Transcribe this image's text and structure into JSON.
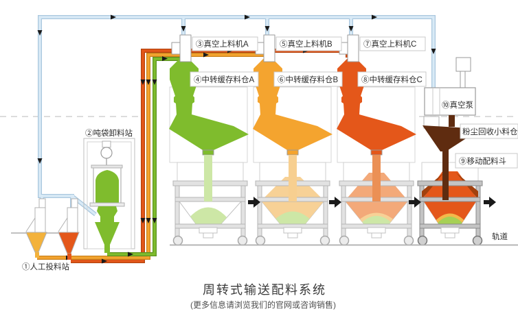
{
  "title": {
    "text": "周转式输送配料系统",
    "subtitle": "(更多信息请浏览我们的官网或咨询销售)"
  },
  "labels": {
    "manual_feed_station": "①人工投料站",
    "ton_bag_station": "②吨袋卸料站",
    "vacuum_feeder_a": "③真空上料机A",
    "buffer_silo_a": "④中转缓存料仓A",
    "vacuum_feeder_b": "⑤真空上料机B",
    "buffer_silo_b": "⑥中转缓存料仓B",
    "vacuum_feeder_c": "⑦真空上料机C",
    "buffer_silo_c": "⑧中转缓存料仓C",
    "mobile_hopper": "⑨移动配料斗",
    "vacuum_pump": "⑩真空泵",
    "dust_recovery_bin": "粉尘回收小料仓",
    "rail": "轨道"
  },
  "colors": {
    "green": "#7fbc2d",
    "green_pale": "#cde7a6",
    "yellow": "#f4a42f",
    "yellow_pale": "#f7d196",
    "orange": "#e4571a",
    "orange_pale": "#f3a979",
    "brown": "#5f2c10",
    "pipe_blue": "#d9eaf6",
    "pipe_blue_edge": "#a9c7de",
    "frame_gray": "#c6c6c6"
  }
}
